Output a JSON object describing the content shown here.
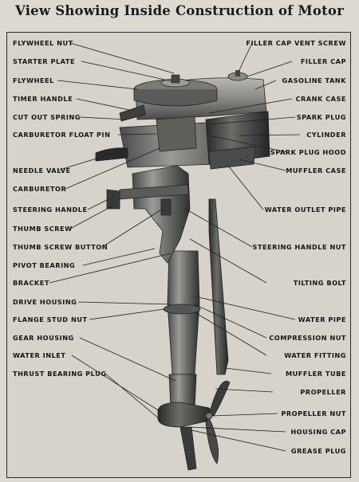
{
  "title": "View Showing Inside Construction of Motor",
  "labels_left": [
    "FLYWHEEL NUT",
    "STARTER PLATE",
    "FLYWHEEL",
    "TIMER HANDLE",
    "CUT OUT SPRING",
    "CARBURETOR FLOAT PIN",
    "NEEDLE VALVE",
    "CARBURETOR",
    "STEERING HANDLE",
    "THUMB SCREW",
    "THUMB SCREW BUTTON",
    "PIVOT BEARING",
    "BRACKET",
    "DRIVE HOUSING",
    "FLANGE STUD NUT",
    "GEAR HOUSING",
    "WATER INLET",
    "THRUST BEARING PLUG"
  ],
  "labels_right": [
    "FILLER CAP VENT SCREW",
    "FILLER CAP",
    "GASOLINE TANK",
    "CRANK CASE",
    "SPARK PLUG",
    "CYLINDER",
    "SPARK PLUG HOOD",
    "MUFFLER CASE",
    "WATER OUTLET PIPE",
    "STEERING HANDLE NUT",
    "TILTING BOLT",
    "WATER PIPE",
    "COMPRESSION NUT",
    "WATER FITTING",
    "MUFFLER TUBE",
    "PROPELLER",
    "PROPELLER NUT",
    "HOUSING CAP",
    "GREASE PLUG"
  ]
}
